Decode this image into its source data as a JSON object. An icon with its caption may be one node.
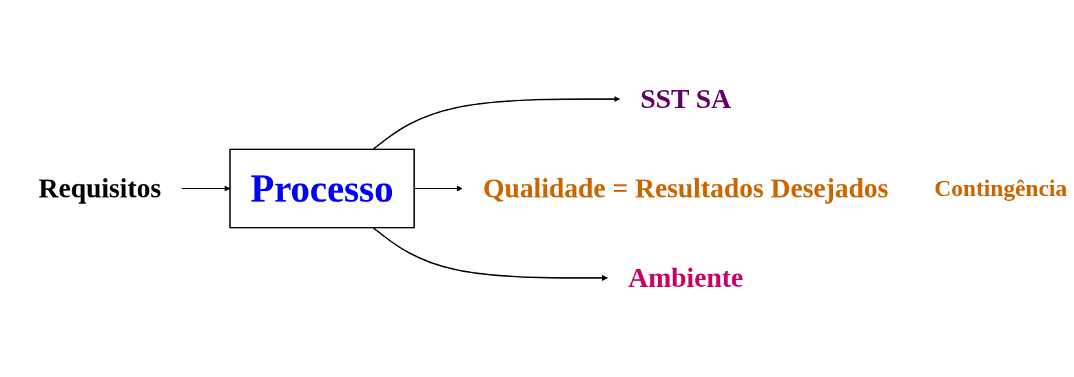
{
  "diagram": {
    "nodes": [
      {
        "text": [
          "Requisitos"
        ]
      },
      {
        "text": [
          "Processo"
        ]
      },
      {
        "text": [
          "SST SA"
        ]
      },
      {
        "text": [
          "Qualidade = Resultados Desejados"
        ]
      },
      {
        "text": [
          "Ambiente"
        ]
      }
    ],
    "edges": [
      {
        "from": 0,
        "to": 1,
        "arrow": "to"
      },
      {
        "from": 1,
        "to": 2,
        "arrow": "to"
      },
      {
        "from": 1,
        "to": 3,
        "arrow": "to"
      },
      {
        "from": 1,
        "to": 4,
        "arrow": "to"
      }
    ],
    "labels": [
      "Contingência"
    ]
  }
}
